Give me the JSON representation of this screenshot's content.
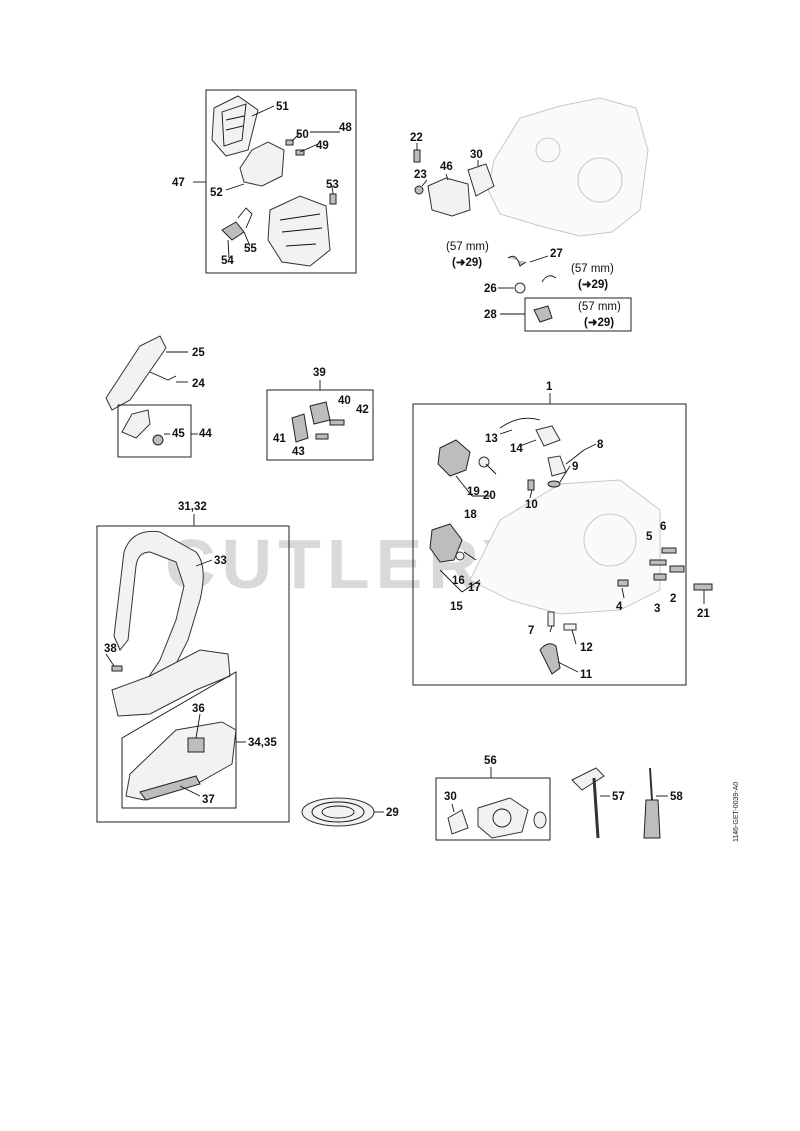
{
  "watermark": "CUTLERYS",
  "drawing_code": "1146-GET-0039-A0",
  "labels": {
    "n1": "1",
    "n2": "2",
    "n3": "3",
    "n4": "4",
    "n5": "5",
    "n6": "6",
    "n7": "7",
    "n8": "8",
    "n9": "9",
    "n10": "10",
    "n11": "11",
    "n12": "12",
    "n13": "13",
    "n14": "14",
    "n15": "15",
    "n16": "16",
    "n17": "17",
    "n18": "18",
    "n19": "19",
    "n20": "20",
    "n21": "21",
    "n22": "22",
    "n23": "23",
    "n24": "24",
    "n25": "25",
    "n26": "26",
    "n27": "27",
    "n28": "28",
    "n29": "29",
    "n30a": "30",
    "n30b": "30",
    "n3132": "31,32",
    "n33": "33",
    "n3435": "34,35",
    "n36": "36",
    "n37": "37",
    "n38": "38",
    "n39": "39",
    "n40": "40",
    "n41": "41",
    "n42": "42",
    "n43": "43",
    "n44": "44",
    "n45": "45",
    "n46": "46",
    "n47": "47",
    "n48": "48",
    "n49": "49",
    "n50": "50",
    "n51": "51",
    "n52": "52",
    "n53": "53",
    "n54": "54",
    "n55": "55",
    "n56": "56",
    "n57": "57",
    "n58": "58"
  },
  "refs": {
    "r27_size": "(57 mm)",
    "r27_ref": "(➜29)",
    "r26_size": "(57 mm)",
    "r26_ref": "(➜29)",
    "r28_size": "(57 mm)",
    "r28_ref": "(➜29)"
  }
}
